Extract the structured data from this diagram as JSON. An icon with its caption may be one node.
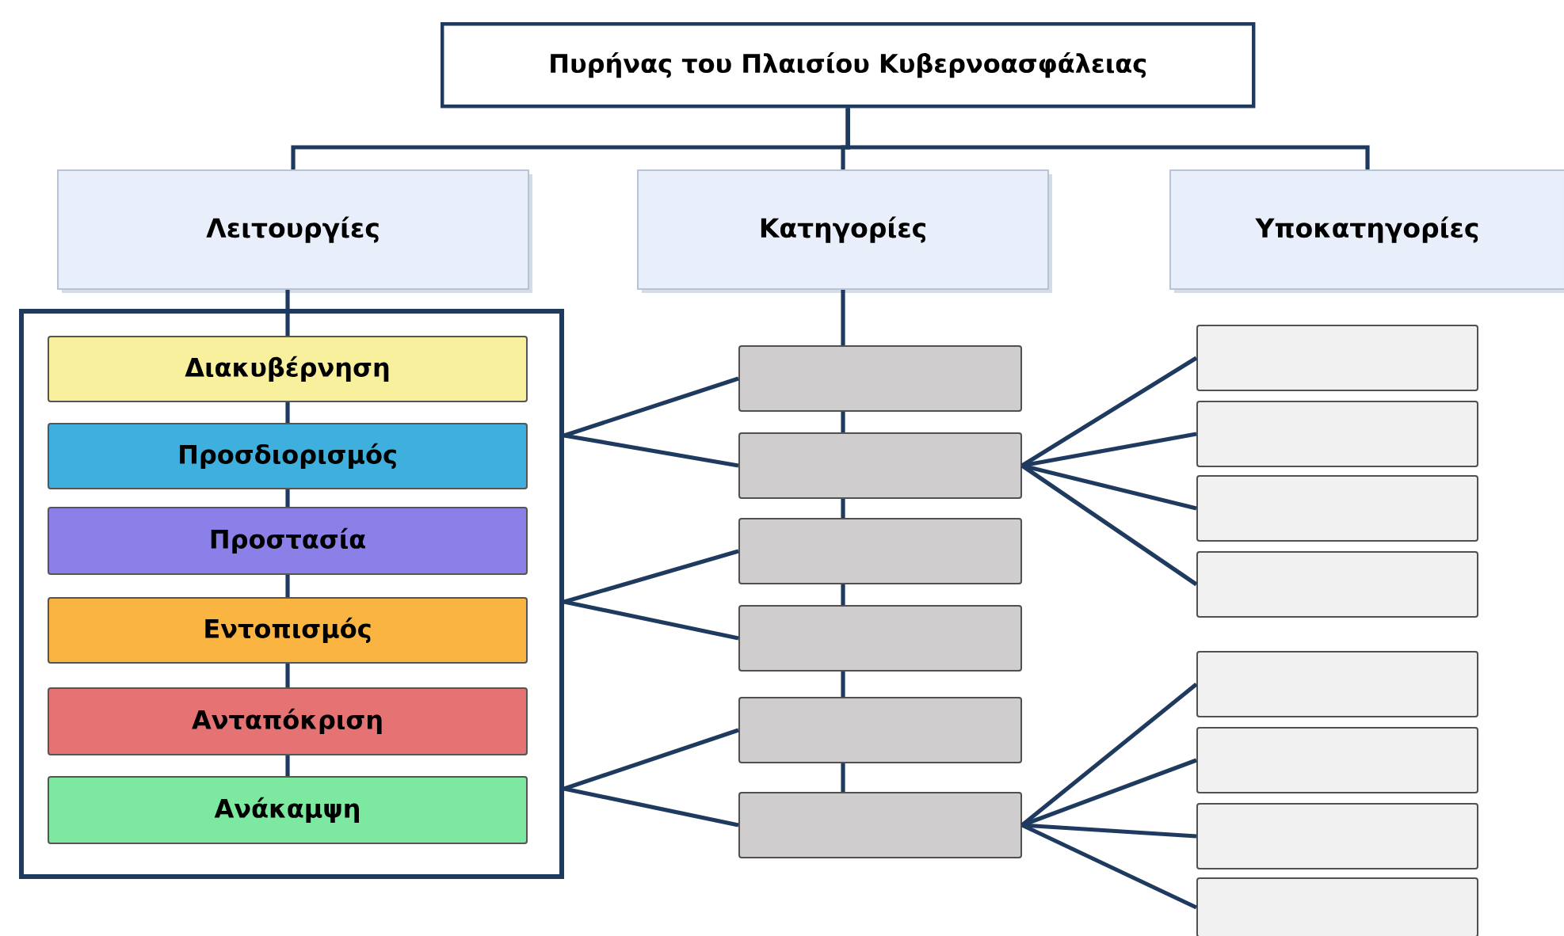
{
  "diagram": {
    "nodes": [
      {
        "text": [
          "Πυρήνας του Πλαισίου Κυβερνοασφάλειας"
        ]
      },
      {
        "text": [
          "Λειτουργίες"
        ]
      },
      {
        "text": [
          "Κατηγορίες"
        ]
      },
      {
        "text": [
          "Υποκατηγορίες"
        ]
      },
      {
        "text": [],
        "shape": "box"
      },
      {
        "text": [
          "Διακυβέρνηση"
        ],
        "in": 4
      },
      {
        "text": [
          "Προσδιορισμός"
        ],
        "in": 4
      },
      {
        "text": [
          "Προστασία"
        ],
        "in": 4
      },
      {
        "text": [
          "Εντοπισμός"
        ],
        "in": 4
      },
      {
        "text": [
          "Ανταπόκριση"
        ],
        "in": 4
      },
      {
        "text": [
          "Ανάκαμψη"
        ],
        "in": 4
      },
      {
        "text": [],
        "shape": "box"
      },
      {
        "text": [],
        "shape": "box"
      },
      {
        "text": [],
        "shape": "box"
      },
      {
        "text": [],
        "shape": "box"
      },
      {
        "text": [],
        "shape": "box"
      },
      {
        "text": [],
        "shape": "box"
      },
      {
        "text": [],
        "shape": "box"
      },
      {
        "text": [],
        "shape": "box"
      },
      {
        "text": [],
        "shape": "box"
      },
      {
        "text": [],
        "shape": "box"
      },
      {
        "text": [],
        "shape": "box"
      },
      {
        "text": [],
        "shape": "box"
      },
      {
        "text": [],
        "shape": "box"
      },
      {
        "text": [],
        "shape": "box"
      }
    ],
    "edges": [
      {
        "from": 0,
        "to": 1,
        "arrow": "none"
      },
      {
        "from": 0,
        "to": 2,
        "arrow": "none"
      },
      {
        "from": 0,
        "to": 3,
        "arrow": "none"
      },
      {
        "from": 1,
        "to": 5,
        "arrow": "none"
      },
      {
        "from": 5,
        "to": 6,
        "arrow": "none"
      },
      {
        "from": 6,
        "to": 7,
        "arrow": "none"
      },
      {
        "from": 7,
        "to": 8,
        "arrow": "none"
      },
      {
        "from": 8,
        "to": 9,
        "arrow": "none"
      },
      {
        "from": 9,
        "to": 10,
        "arrow": "none"
      },
      {
        "from": 2,
        "to": 11,
        "arrow": "none"
      },
      {
        "from": 11,
        "to": 12,
        "arrow": "none"
      },
      {
        "from": 12,
        "to": 13,
        "arrow": "none"
      },
      {
        "from": 13,
        "to": 14,
        "arrow": "none"
      },
      {
        "from": 14,
        "to": 15,
        "arrow": "none"
      },
      {
        "from": 15,
        "to": 16,
        "arrow": "none"
      },
      {
        "from": 4,
        "to": 11,
        "arrow": "none"
      },
      {
        "from": 4,
        "to": 12,
        "arrow": "none"
      },
      {
        "from": 4,
        "to": 13,
        "arrow": "none"
      },
      {
        "from": 4,
        "to": 14,
        "arrow": "none"
      },
      {
        "from": 4,
        "to": 15,
        "arrow": "none"
      },
      {
        "from": 4,
        "to": 16,
        "arrow": "none"
      },
      {
        "from": 12,
        "to": 17,
        "arrow": "none"
      },
      {
        "from": 12,
        "to": 18,
        "arrow": "none"
      },
      {
        "from": 12,
        "to": 19,
        "arrow": "none"
      },
      {
        "from": 12,
        "to": 20,
        "arrow": "none"
      },
      {
        "from": 16,
        "to": 21,
        "arrow": "none"
      },
      {
        "from": 16,
        "to": 22,
        "arrow": "none"
      },
      {
        "from": 16,
        "to": 23,
        "arrow": "none"
      },
      {
        "from": 16,
        "to": 24,
        "arrow": "none"
      }
    ]
  }
}
